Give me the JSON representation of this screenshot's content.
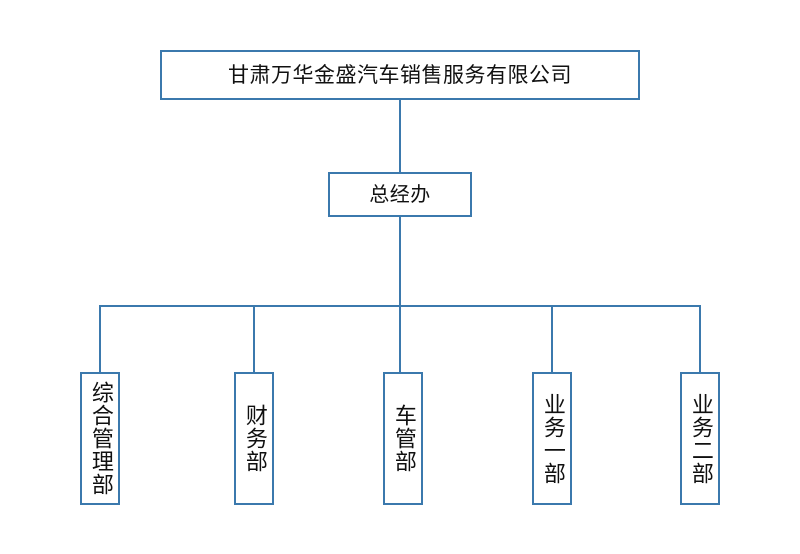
{
  "chart_data": {
    "type": "diagram",
    "diagram_type": "organizational-chart",
    "title": "甘肃万华金盛汽车销售服务有限公司",
    "orientation": "top-down",
    "accent_color": "#3b79ad",
    "background_color": "#ffffff",
    "text_color": "#101010",
    "levels": [
      {
        "level": 1,
        "nodes": [
          {
            "id": "company",
            "label": "甘肃万华金盛汽车销售服务有限公司",
            "text_direction": "horizontal"
          }
        ]
      },
      {
        "level": 2,
        "nodes": [
          {
            "id": "gm",
            "label": "总经办",
            "text_direction": "horizontal"
          }
        ]
      },
      {
        "level": 3,
        "nodes": [
          {
            "id": "dept-0",
            "label": "综合管理部",
            "text_direction": "vertical"
          },
          {
            "id": "dept-1",
            "label": "财务部",
            "text_direction": "vertical"
          },
          {
            "id": "dept-2",
            "label": "车管部",
            "text_direction": "vertical"
          },
          {
            "id": "dept-3",
            "label": "业务一部",
            "text_direction": "vertical"
          },
          {
            "id": "dept-4",
            "label": "业务二部",
            "text_direction": "vertical"
          }
        ]
      }
    ],
    "edges": [
      {
        "from": "company",
        "to": "gm"
      },
      {
        "from": "gm",
        "to": "dept-0"
      },
      {
        "from": "gm",
        "to": "dept-1"
      },
      {
        "from": "gm",
        "to": "dept-2"
      },
      {
        "from": "gm",
        "to": "dept-3"
      },
      {
        "from": "gm",
        "to": "dept-4"
      }
    ]
  },
  "nodes": {
    "company": {
      "label": "甘肃万华金盛汽车销售服务有限公司"
    },
    "gm": {
      "label": "总经办"
    },
    "departments": [
      {
        "label": "综合管理部"
      },
      {
        "label": "财务部"
      },
      {
        "label": "车管部"
      },
      {
        "label": "业务一部"
      },
      {
        "label": "业务二部"
      }
    ]
  }
}
